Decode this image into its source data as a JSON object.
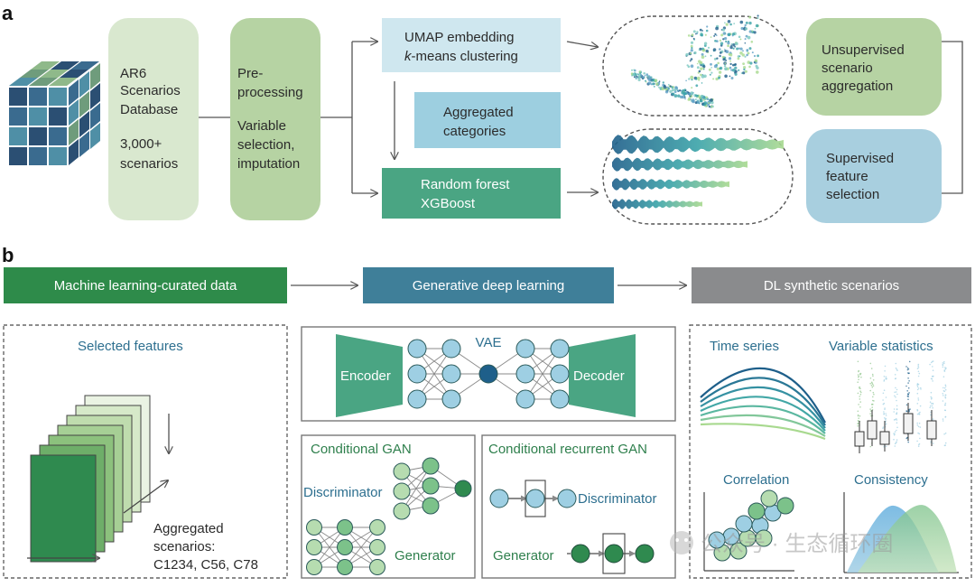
{
  "panel_a": {
    "label": "a",
    "database": {
      "line1": "AR6",
      "line2": "Scenarios",
      "line3": "Database",
      "count": "3,000+",
      "count_label": "scenarios"
    },
    "preprocessing": {
      "line1": "Pre-",
      "line2": "processing",
      "line3": "Variable",
      "line4": "selection,",
      "line5": "imputation"
    },
    "umap": {
      "line1": "UMAP embedding",
      "line2_italic": "k",
      "line2_rest": "-means clustering"
    },
    "aggregated": {
      "line1": "Aggregated",
      "line2": "categories"
    },
    "forest": {
      "line1": "Random forest",
      "line2": "XGBoost"
    },
    "unsupervised": {
      "line1": "Unsupervised",
      "line2": "scenario",
      "line3": "aggregation"
    },
    "supervised": {
      "line1": "Supervised",
      "line2": "feature",
      "line3": "selection"
    }
  },
  "panel_b": {
    "label": "b",
    "banner_ml": "Machine learning-curated data",
    "banner_gen": "Generative deep learning",
    "banner_dl": "DL synthetic scenarios",
    "selected_features": "Selected features",
    "aggregated": {
      "line1": "Aggregated",
      "line2": "scenarios:",
      "line3": "C1234, C56, C78"
    },
    "vae": {
      "title": "VAE",
      "encoder": "Encoder",
      "decoder": "Decoder"
    },
    "cgan": {
      "title": "Conditional GAN",
      "discriminator": "Discriminator",
      "generator": "Generator"
    },
    "crgan": {
      "title": "Conditional recurrent GAN",
      "discriminator": "Discriminator",
      "generator": "Generator"
    },
    "outputs": {
      "time_series": "Time series",
      "variable_statistics": "Variable statistics",
      "correlation": "Correlation",
      "consistency": "Consistency"
    }
  },
  "watermark": "公众号 · 生态循环圈",
  "colors": {
    "dark_green": "#2e8b4a",
    "teal_blue": "#3f7f99",
    "grey": "#8a8b8d",
    "light_green_box": "#d9e8cf",
    "mid_green_box": "#b6d3a3",
    "light_blue_box": "#cfe7ef",
    "sky_box": "#9dcfe0",
    "forest_box": "#4aa583",
    "text_teal": "#2d6f8f",
    "text_green": "#2e7f4c"
  }
}
